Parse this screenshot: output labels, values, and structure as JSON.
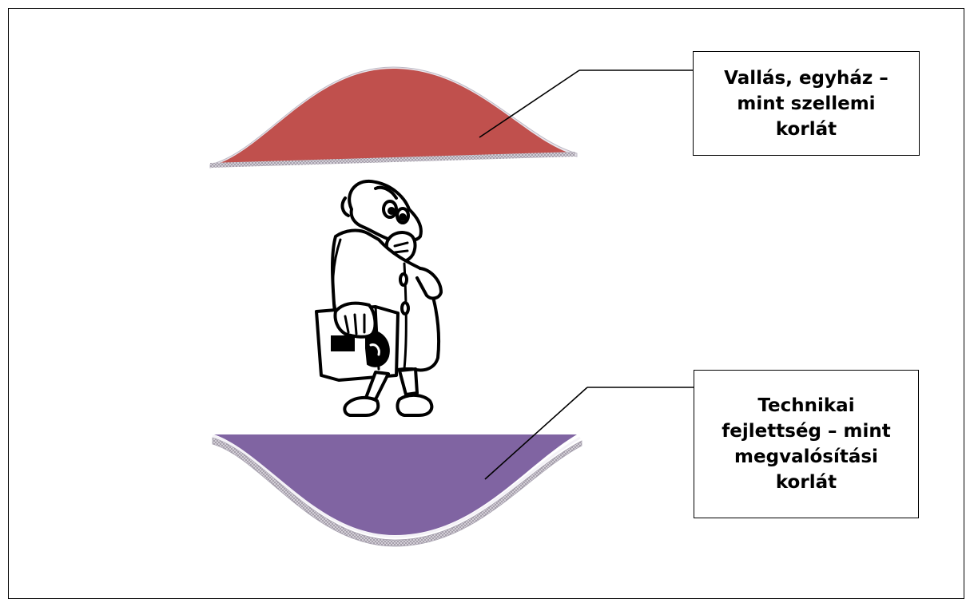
{
  "diagram": {
    "top_label": {
      "lines": [
        "Vallás, egyház –",
        "mint szellemi",
        "korlát"
      ]
    },
    "bottom_label": {
      "lines": [
        "Technikai",
        "fejlettség – mint",
        "megvalósítási",
        "korlát"
      ]
    },
    "colors": {
      "top_shape": "#c0504d",
      "bottom_shape": "#8064a2",
      "outline": "#000000",
      "background": "#ffffff"
    },
    "icons": [
      "confused-man-with-briefcase-icon"
    ]
  }
}
